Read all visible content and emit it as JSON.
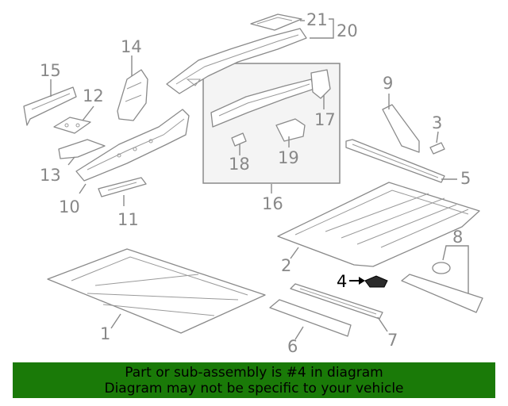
{
  "callouts": {
    "c1": "1",
    "c2": "2",
    "c3": "3",
    "c4": "4",
    "c5": "5",
    "c6": "6",
    "c7": "7",
    "c8": "8",
    "c9": "9",
    "c10": "10",
    "c11": "11",
    "c12": "12",
    "c13": "13",
    "c14": "14",
    "c15": "15",
    "c16": "16",
    "c17": "17",
    "c18": "18",
    "c19": "19",
    "c20": "20",
    "c21": "21"
  },
  "highlighted_part": "4",
  "banner": {
    "line1": "Part or sub-assembly is #4 in diagram",
    "line2": "Diagram may not be specific to your vehicle"
  },
  "colors": {
    "banner_bg": "#1a7a08",
    "line_art": "#8a8a8a",
    "highlight": "#000000",
    "group_box_fill": "#f4f4f4"
  }
}
